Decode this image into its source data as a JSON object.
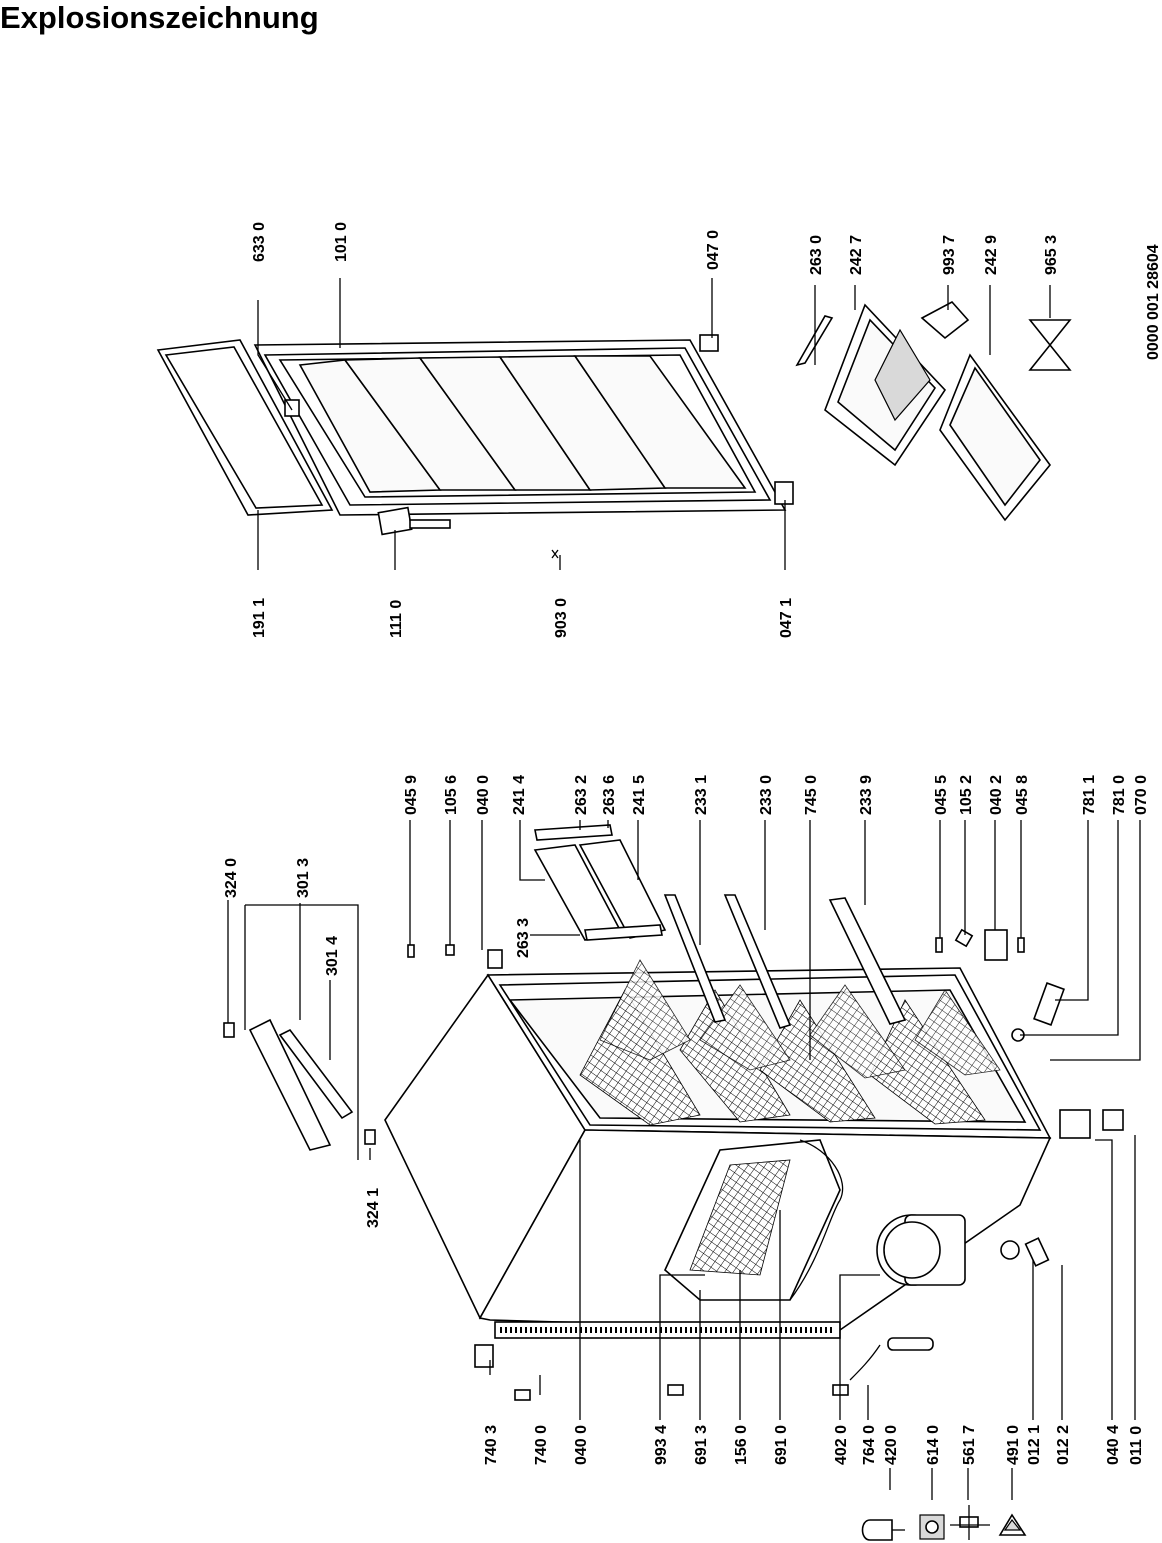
{
  "title": "Explosionszeichnung",
  "doc_number": "0000 001 28604",
  "icon_names": [
    "thermostat-icon",
    "relay-icon",
    "fuse-icon",
    "clip-icon"
  ],
  "labels": {
    "l3240": "324 0",
    "l3013": "301 3",
    "l3014": "301 4",
    "l3241": "324 1",
    "l0459": "045 9",
    "l1056": "105 6",
    "l0400a": "040 0",
    "l2414": "241 4",
    "l2632": "263 2",
    "l2636": "263 6",
    "l2415": "241 5",
    "l2331": "233 1",
    "l2633": "263 3",
    "l2330a": "233 0",
    "l7450": "745 0",
    "l2339": "233 9",
    "l0455": "045 5",
    "l1052": "105 2",
    "l0402": "040 2",
    "l0458": "045 8",
    "l7811": "781 1",
    "l7810": "781 0",
    "l0700": "070 0",
    "l7403": "740 3",
    "l7400": "740 0",
    "l0400b": "040 0",
    "l9934": "993 4",
    "l6913": "691 3",
    "l1560": "156 0",
    "l6910": "691 0",
    "l4020": "402 0",
    "l7640": "764 0",
    "l4200": "420 0",
    "l6140": "614 0",
    "l5617": "561 7",
    "l4910": "491 0",
    "l0121": "012 1",
    "l0122": "012 2",
    "l0404": "040 4",
    "l0110": "011 0",
    "l1911": "191 1",
    "l1110": "111 0",
    "l9030": "903 0",
    "l0471": "047 1",
    "l6330": "633 0",
    "l1010": "101 0",
    "l0470": "047 0",
    "l2630b": "263 0",
    "l2427": "242 7",
    "l9937": "993 7",
    "l2429": "242 9",
    "l9653": "965 3"
  }
}
